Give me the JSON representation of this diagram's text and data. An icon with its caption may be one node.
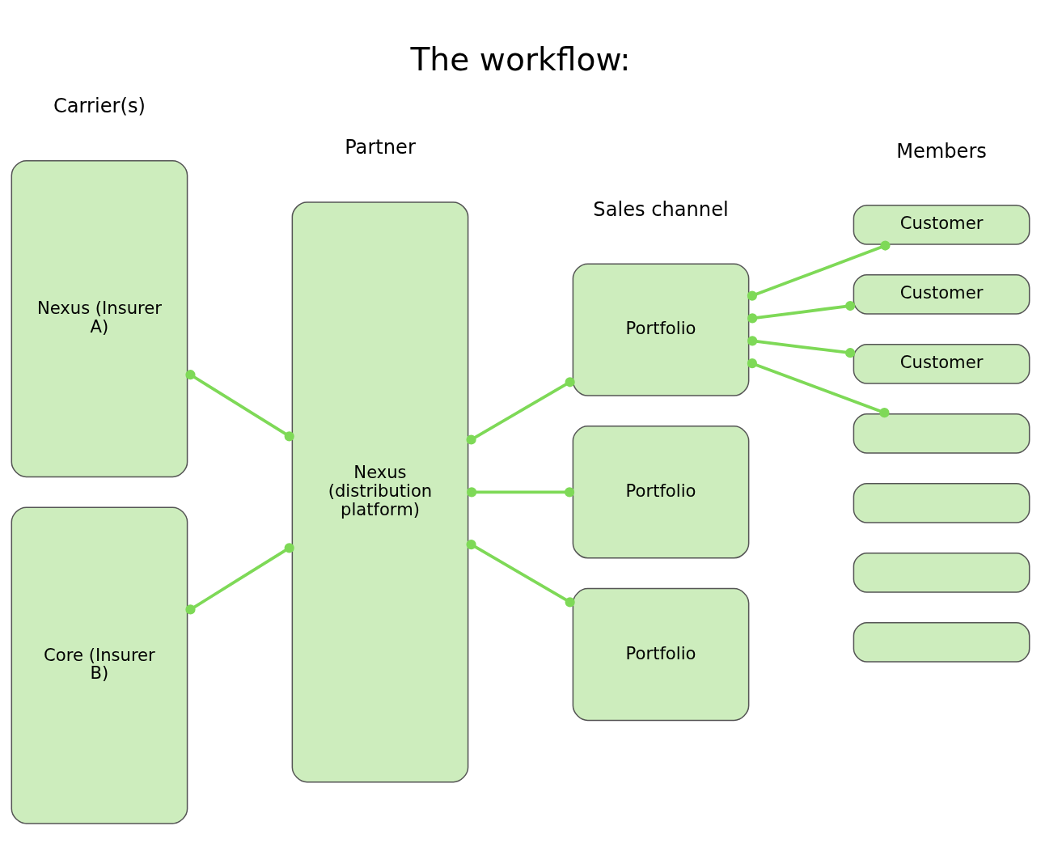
{
  "diagram": {
    "title": "The workflow:",
    "nodes": [
      {
        "text": [
          "Nexus (Insurer A)"
        ]
      },
      {
        "text": [
          "Core (Insurer B)"
        ]
      },
      {
        "text": [
          "Nexus (distribution platform)"
        ]
      },
      {
        "text": [
          "Portfolio"
        ]
      },
      {
        "text": [
          "Portfolio"
        ]
      },
      {
        "text": [
          "Portfolio"
        ]
      },
      {
        "text": [
          "Customer"
        ]
      },
      {
        "text": [
          "Customer"
        ]
      },
      {
        "text": [
          "Customer"
        ]
      },
      {
        "text": [],
        "shape": "box"
      },
      {
        "text": [],
        "shape": "box"
      },
      {
        "text": [],
        "shape": "box"
      },
      {
        "text": [],
        "shape": "box"
      }
    ],
    "edges": [
      {
        "from": 0,
        "to": 2,
        "arrow": "other"
      },
      {
        "from": 1,
        "to": 2,
        "arrow": "other"
      },
      {
        "from": 2,
        "to": 3,
        "arrow": "other"
      },
      {
        "from": 2,
        "to": 4,
        "arrow": "other"
      },
      {
        "from": 2,
        "to": 5,
        "arrow": "other"
      },
      {
        "from": 3,
        "to": 6,
        "arrow": "other"
      },
      {
        "from": 3,
        "to": 7,
        "arrow": "other"
      },
      {
        "from": 3,
        "to": 8,
        "arrow": "other"
      },
      {
        "from": 3,
        "to": 9,
        "arrow": "other"
      }
    ],
    "labels": [
      "Carrier(s)",
      "Partner",
      "Sales channel",
      "Members"
    ]
  }
}
